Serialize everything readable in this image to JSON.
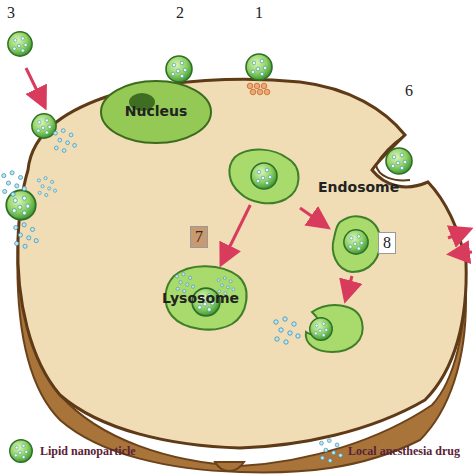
{
  "diagram": {
    "nodes": [
      {
        "text": [
          "Nucleus"
        ]
      },
      {
        "text": [
          "Endosome"
        ]
      },
      {
        "text": [
          "Lysosome"
        ]
      }
    ],
    "edges": [
      {
        "from": 1,
        "to": 2,
        "arrow": "to"
      }
    ],
    "labels": [
      "3",
      "2",
      "1",
      "6",
      "7",
      "8"
    ],
    "legend": [
      {
        "text": "Lipid nanoparticle"
      },
      {
        "text": "Local anesthesia drug"
      }
    ]
  }
}
